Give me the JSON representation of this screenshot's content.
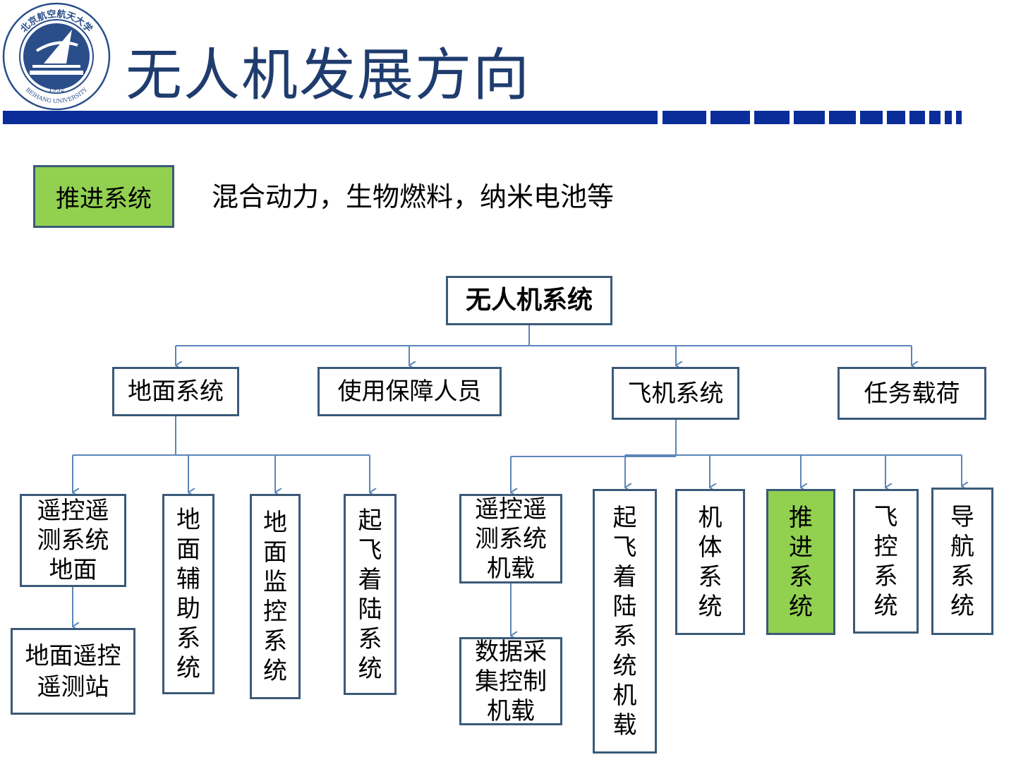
{
  "slide": {
    "title": "无人机发展方向",
    "logo": {
      "top_text": "北京航空航天大学",
      "bottom_text": "BEIHANG UNIVERSITY",
      "year": "1952"
    },
    "tag_label": "推进系统",
    "description": "混合动力，生物燃料，纳米电池等",
    "colors": {
      "title": "#1f3c6e",
      "bar": "#0b2d9a",
      "highlight": "#92d050",
      "border": "#3b5a78",
      "connector": "#5b86b8"
    }
  },
  "diagram": {
    "root": "无人机系统",
    "level1": {
      "ground": "地面系统",
      "support": "使用保障人员",
      "aircraft": "飞机系统",
      "payload": "任务载荷"
    },
    "ground_children": {
      "tt_ground": "遥控遥测系统地面",
      "station": "地面遥控遥测站",
      "aux": "地面辅助系统",
      "monitor": "地面监控系统",
      "takeoff": "起飞着陆系统"
    },
    "aircraft_children": {
      "tt_air": "遥控遥测系统机载",
      "data": "数据采集控制机载",
      "takeoff_air": "起飞着陆系统机载",
      "airframe": "机体系统",
      "propulsion": "推进系统",
      "flight_control": "飞控系统",
      "navigation": "导航系统"
    }
  }
}
